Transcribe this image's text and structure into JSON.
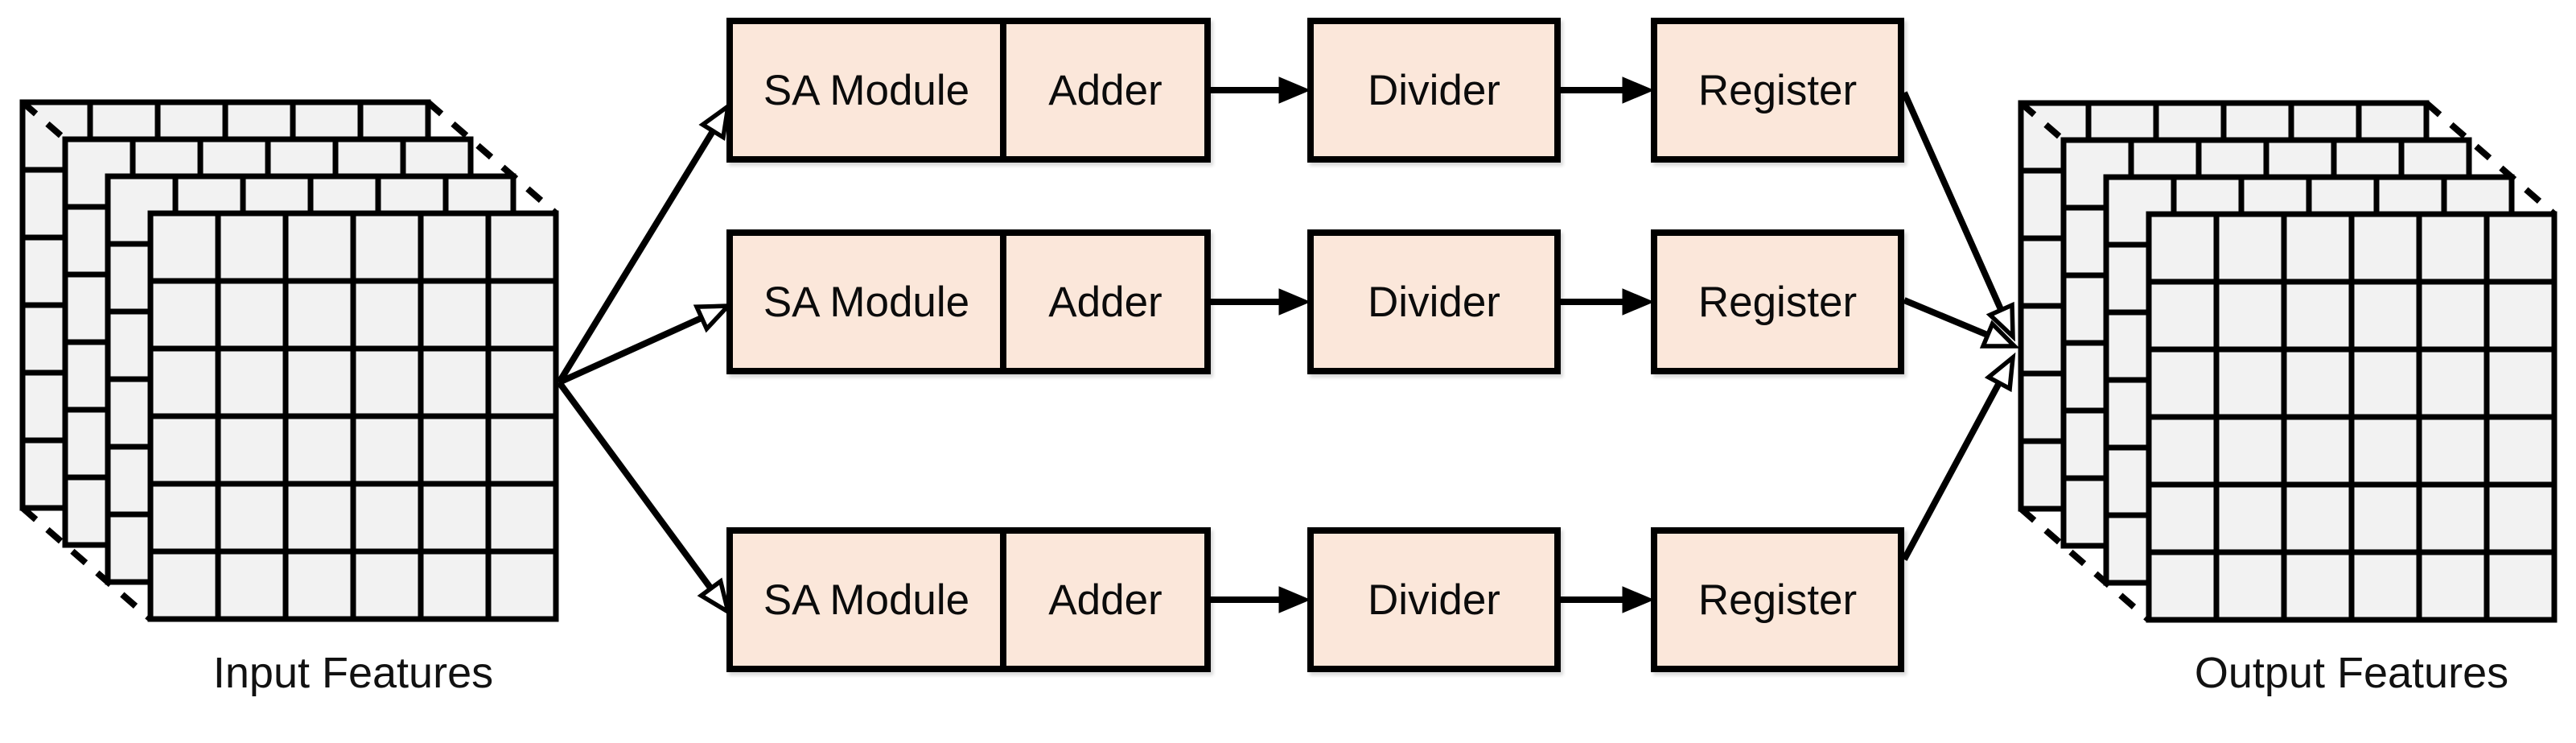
{
  "diagram": {
    "input_stack": {
      "label": "Input Features",
      "layers": 4,
      "grid_rows": 6,
      "grid_cols": 6
    },
    "output_stack": {
      "label": "Output Features",
      "layers": 4,
      "grid_rows": 6,
      "grid_cols": 6
    },
    "branches": [
      {
        "sa_label": "SA Module",
        "adder_label": "Adder",
        "divider_label": "Divider",
        "register_label": "Register"
      },
      {
        "sa_label": "SA Module",
        "adder_label": "Adder",
        "divider_label": "Divider",
        "register_label": "Register"
      },
      {
        "sa_label": "SA Module",
        "adder_label": "Adder",
        "divider_label": "Divider",
        "register_label": "Register"
      }
    ],
    "colors": {
      "module_fill": "#FBE7DA",
      "feature_cell_fill": "#F2F2F2",
      "line": "#000000",
      "background": "#FFFFFF"
    }
  }
}
